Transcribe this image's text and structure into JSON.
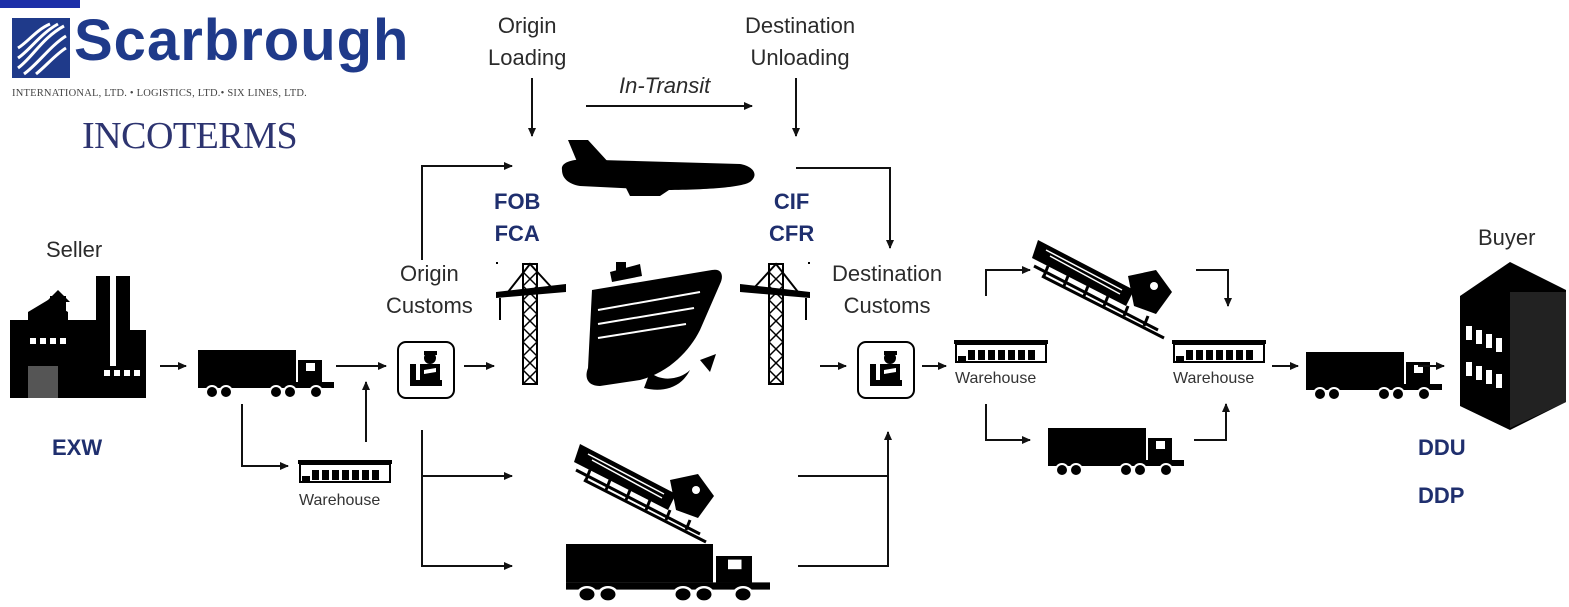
{
  "logo": {
    "brand": "Scarbrough",
    "tagline": "INTERNATIONAL, LTD. • LOGISTICS, LTD.• SIX LINES, LTD.",
    "subtitle": "INCOTERMS"
  },
  "labels": {
    "seller": "Seller",
    "buyer": "Buyer",
    "origin_loading": [
      "Origin",
      "Loading"
    ],
    "destination_unloading": [
      "Destination",
      "Unloading"
    ],
    "in_transit": "In-Transit",
    "origin_customs": [
      "Origin",
      "Customs"
    ],
    "destination_customs": [
      "Destination",
      "Customs"
    ],
    "warehouse": "Warehouse"
  },
  "terms": {
    "exw": "EXW",
    "fob": "FOB",
    "fca": "FCA",
    "cif": "CIF",
    "cfr": "CFR",
    "ddu": "DDU",
    "ddp": "DDP"
  },
  "colors": {
    "term_text": "#1f2f6e",
    "brand": "#1f3a8a",
    "icons": "#000000",
    "arrows": "#111111"
  }
}
